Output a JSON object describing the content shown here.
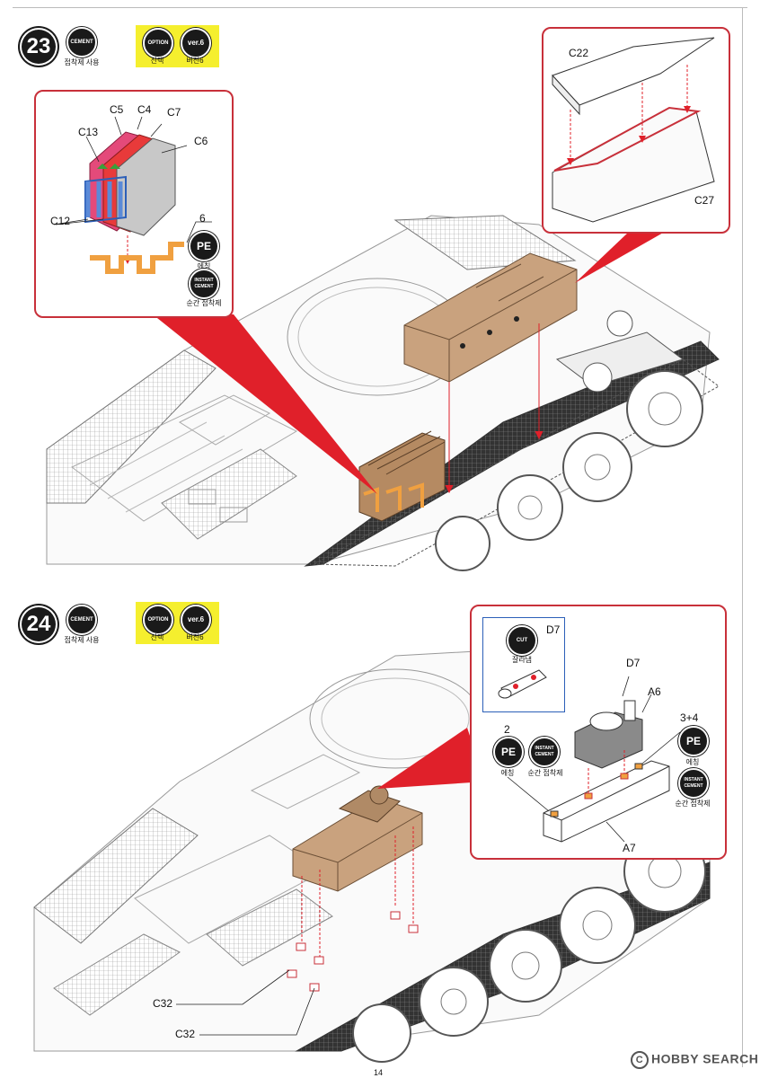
{
  "step23": {
    "number": "23",
    "cement_badge": "CEMENT",
    "cement_caption": "접착제 사용",
    "option_badge": "OPTION",
    "option_caption": "선택",
    "ver_badge": "ver.6",
    "ver_caption": "버전6",
    "left_inset": {
      "labels": [
        "C5",
        "C4",
        "C7",
        "C13",
        "C6",
        "C12",
        "6"
      ],
      "pe_badge": "PE",
      "pe_caption": "에칭",
      "instant_badge_line1": "INSTANT",
      "instant_badge_line2": "CEMENT",
      "instant_caption": "순간 접착제"
    },
    "right_inset": {
      "labels": [
        "C22",
        "C27"
      ]
    }
  },
  "step24": {
    "number": "24",
    "cement_badge": "CEMENT",
    "cement_caption": "접착제 사용",
    "option_badge": "OPTION",
    "option_caption": "선택",
    "ver_badge": "ver.6",
    "ver_caption": "버전6",
    "main_labels": [
      "C32",
      "C32"
    ],
    "inset": {
      "cut_badge": "CUT",
      "cut_caption": "잘라냄",
      "d7_small": "D7",
      "labels": [
        "D7",
        "A6",
        "2",
        "3+4",
        "A7"
      ],
      "pe_badge": "PE",
      "pe_caption": "에칭",
      "instant_badge_line1": "INSTANT",
      "instant_badge_line2": "CEMENT",
      "instant_caption": "순간 접착제"
    }
  },
  "footer": {
    "page_number": "14",
    "watermark": "HOBBY SEARCH",
    "watermark_symbol": "C"
  },
  "colors": {
    "inset_border": "#c8303a",
    "pointer_red": "#e0202a",
    "pointer_blue": "#2c5fb8",
    "crate_tan": "#c9a27e",
    "pe_orange": "#f0a040",
    "option_yellow": "#f5ef2e"
  }
}
